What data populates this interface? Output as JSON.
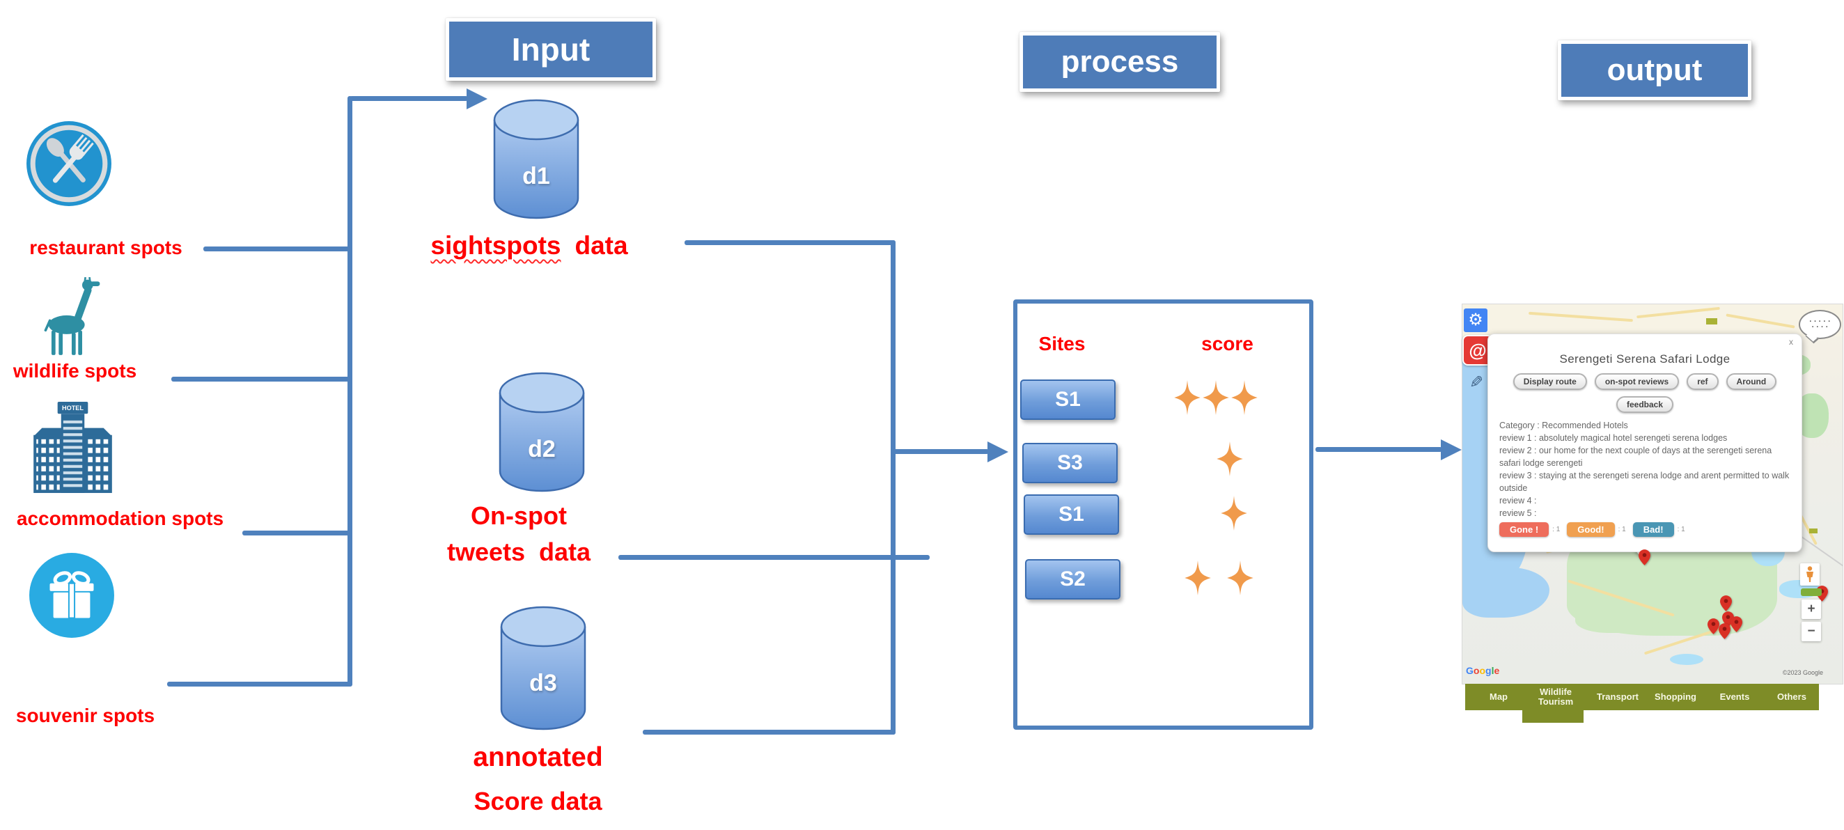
{
  "colors": {
    "diagram_blue": "#4f81bd",
    "header_blue": "#4e7cb8",
    "label_red": "#fe0000",
    "star_orange": "#f09a4b",
    "cylinder_blue": "#6f9dda",
    "nav_olive": "#7e8c27",
    "gone_red": "#ee6d5c",
    "good_orange": "#f0a050",
    "bad_teal": "#4a96b4"
  },
  "headers": {
    "input": "Input",
    "process": "process",
    "output": "output"
  },
  "sources": {
    "restaurant": {
      "label": "restaurant spots"
    },
    "wildlife": {
      "label": "wildlife spots"
    },
    "accommodation": {
      "label": "accommodation spots",
      "hotel_sign": "HOTEL"
    },
    "souvenir": {
      "label": "souvenir spots"
    }
  },
  "databases": {
    "d1": {
      "id": "d1",
      "label_word": "sightspots",
      "label_rest": "data"
    },
    "d2": {
      "id": "d2",
      "line1": "On-spot",
      "line2": "tweets  data"
    },
    "d3": {
      "id": "d3",
      "line1": "annotated",
      "line2": "Score data"
    }
  },
  "process_panel": {
    "sites_header": "Sites",
    "score_header": "score",
    "rows": [
      {
        "site": "S1",
        "stars": 3
      },
      {
        "site": "S3",
        "stars": 1
      },
      {
        "site": "S1",
        "stars": 1
      },
      {
        "site": "S2",
        "stars": 2
      }
    ]
  },
  "output_app": {
    "popup": {
      "close": "x",
      "title": "Serengeti Serena Safari Lodge",
      "buttons": [
        "Display route",
        "on-spot reviews",
        "ref",
        "Around",
        "feedback"
      ],
      "category": "Category : Recommended Hotels",
      "reviews": [
        "review 1 : absolutely magical hotel serengeti serena lodges",
        "review 2 : our home for the next couple of days at the serengeti serena safari lodge serengeti",
        "review 3 : staying at the serengeti serena lodge and arent permitted to walk outside",
        "review 4 :",
        "review 5 :"
      ],
      "feedback": [
        {
          "label": "Gone !",
          "count": ": 1"
        },
        {
          "label": "Good!",
          "count": ": 1"
        },
        {
          "label": "Bad!",
          "count": ": 1"
        }
      ]
    },
    "map": {
      "google_letters": [
        "G",
        "o",
        "o",
        "g",
        "l",
        "e"
      ],
      "attribution": "©2023 Google",
      "zoom_in": "+",
      "zoom_out": "−",
      "bubble_dots_row1": "· · · · ·",
      "bubble_dots_row2": "· · · ·"
    },
    "nav": {
      "items": [
        "Map",
        "Wildlife Tourism",
        "Transport",
        "Shopping",
        "Events",
        "Others"
      ],
      "active": "Wildlife Tourism"
    }
  }
}
